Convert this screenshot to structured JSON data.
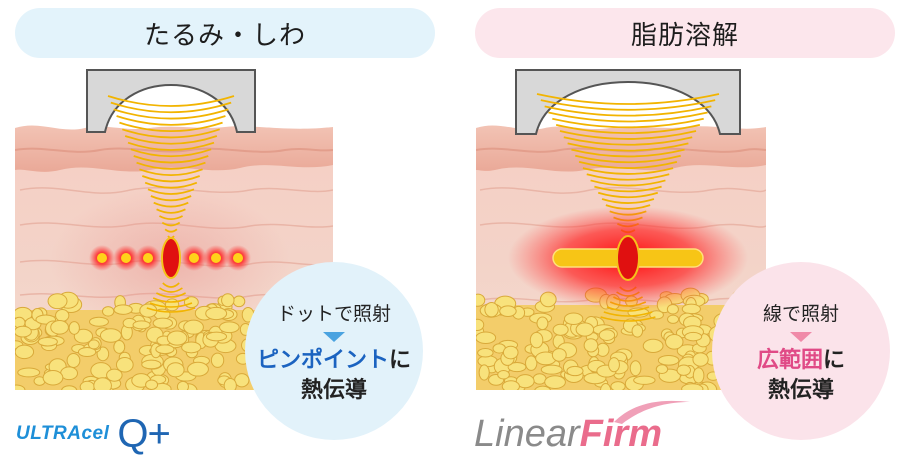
{
  "left": {
    "header": "たるみ・しわ",
    "bubble_line1": "ドットで照射",
    "bubble_highlight": "ピンポイント",
    "bubble_particle": "に",
    "bubble_line3": "熱伝導",
    "logo_text_1": "ULTRAcel",
    "logo_text_2": "Q+"
  },
  "right": {
    "header": "脂肪溶解",
    "bubble_line1": "線で照射",
    "bubble_highlight": "広範囲",
    "bubble_particle": "に",
    "bubble_line3": "熱伝導",
    "logo_text_1": "Linear",
    "logo_text_2": "Firm"
  },
  "colors": {
    "left_header_bg": "#e3f3fb",
    "right_header_bg": "#fce6ec",
    "left_accent": "#1b63c0",
    "right_accent": "#e04a86",
    "wave": "#f2b400",
    "heat": "#e01010"
  }
}
